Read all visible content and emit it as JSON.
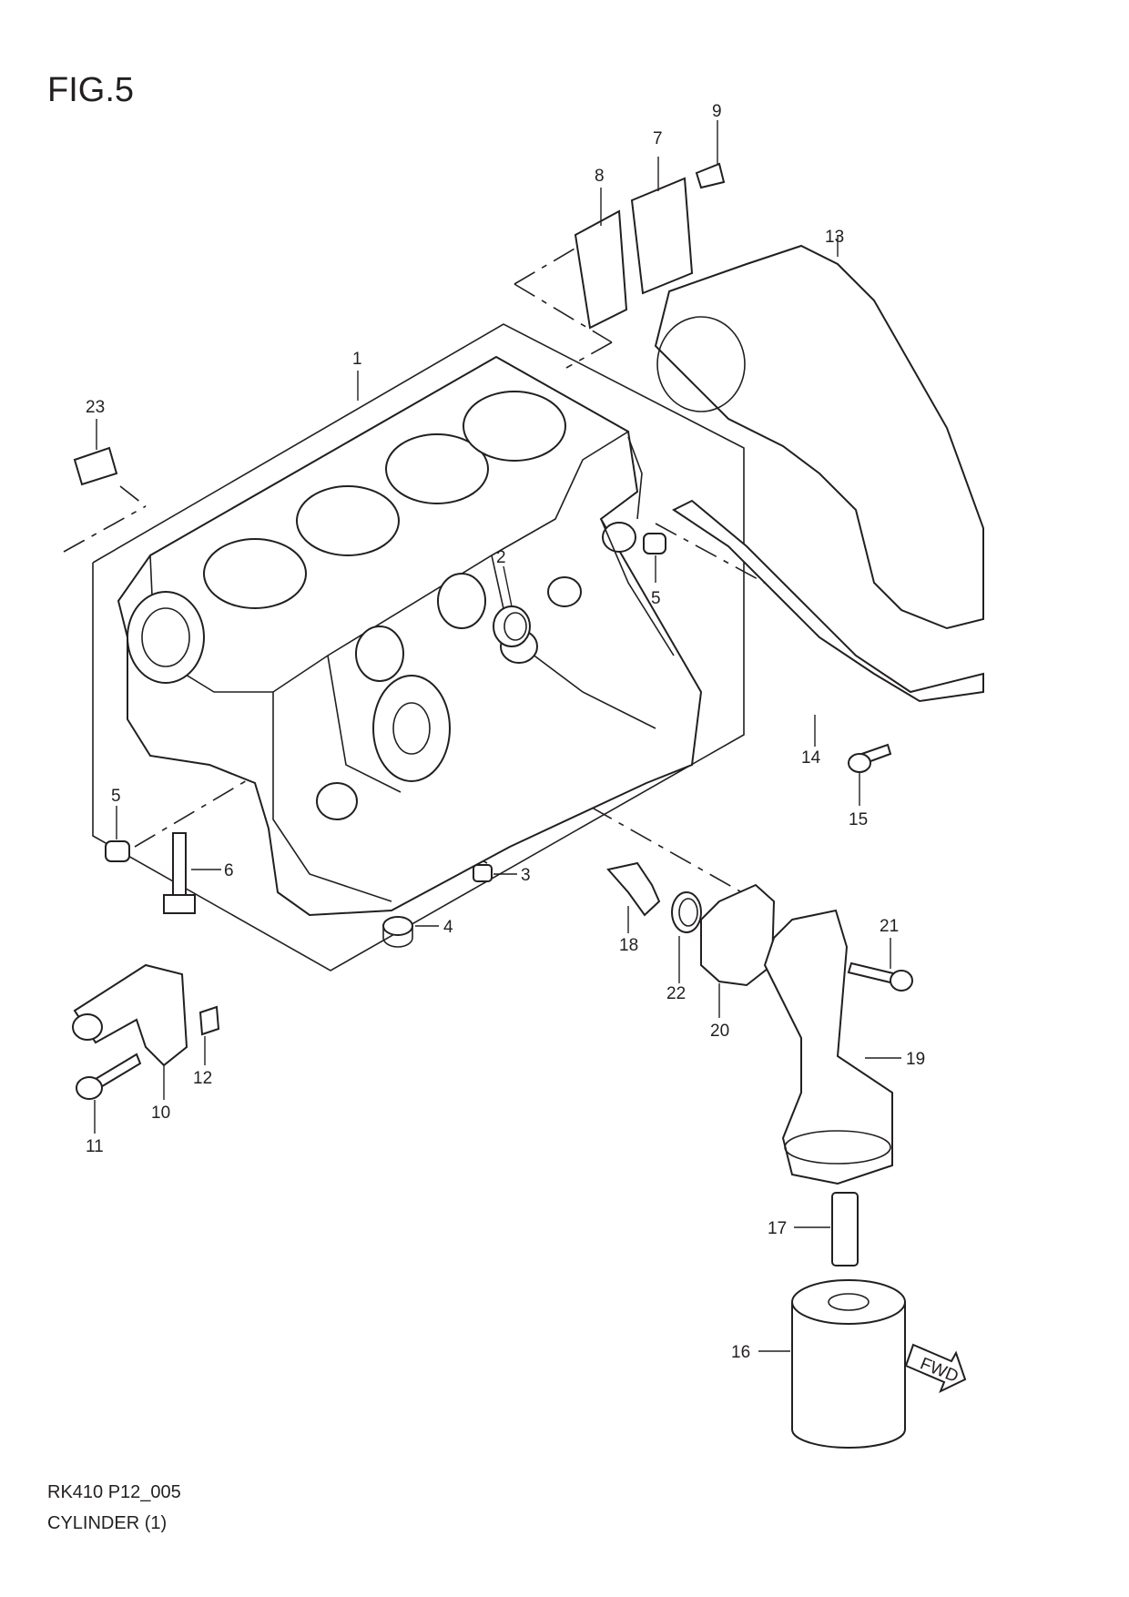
{
  "figure": {
    "title": "FIG.5",
    "code": "RK410 P12_005",
    "name": "CYLINDER (1)",
    "direction_label": "FWD"
  },
  "callouts": {
    "c1": "1",
    "c2": "2",
    "c3": "3",
    "c4": "4",
    "c5a": "5",
    "c5b": "5",
    "c6": "6",
    "c7": "7",
    "c8": "8",
    "c9": "9",
    "c10": "10",
    "c11": "11",
    "c12": "12",
    "c13": "13",
    "c14": "14",
    "c15": "15",
    "c16": "16",
    "c17": "17",
    "c18": "18",
    "c19": "19",
    "c20": "20",
    "c21": "21",
    "c22": "22",
    "c23": "23"
  }
}
